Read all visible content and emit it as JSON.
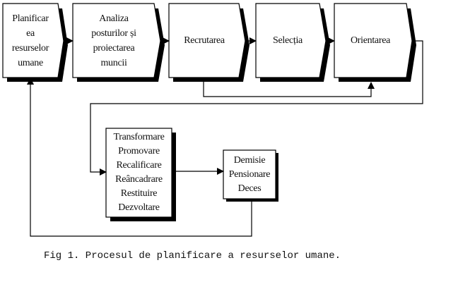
{
  "title": "Procesul de planificare a resurselor umane",
  "process_steps": [
    {
      "id": "planificare",
      "lines": [
        "Planificar",
        "ea",
        "resurselor",
        "umane"
      ]
    },
    {
      "id": "analiza",
      "lines": [
        "Analiza",
        "posturilor și",
        "proiectarea",
        "muncii"
      ]
    },
    {
      "id": "recrutare",
      "lines": [
        "Recrutarea"
      ]
    },
    {
      "id": "selectie",
      "lines": [
        "Selecția"
      ]
    },
    {
      "id": "orientare",
      "lines": [
        "Orientarea"
      ]
    }
  ],
  "development_box": {
    "lines": [
      "Transformare",
      "Promovare",
      "Recalificare",
      "Reâncadrare",
      "Restituire",
      "Dezvoltare"
    ]
  },
  "exit_box": {
    "lines": [
      "Demisie",
      "Pensionare",
      "Deces"
    ]
  },
  "edges": [
    {
      "from": "planificare",
      "to": "analiza"
    },
    {
      "from": "analiza",
      "to": "recrutare"
    },
    {
      "from": "recrutare",
      "to": "selectie"
    },
    {
      "from": "selectie",
      "to": "orientare"
    },
    {
      "from": "recrutare",
      "to": "orientare"
    },
    {
      "from": "orientare",
      "to": "development_box"
    },
    {
      "from": "development_box",
      "to": "exit_box"
    },
    {
      "from": "exit_box",
      "to": "planificare"
    }
  ],
  "caption": "Fig 1. Procesul de planificare a resurselor umane."
}
